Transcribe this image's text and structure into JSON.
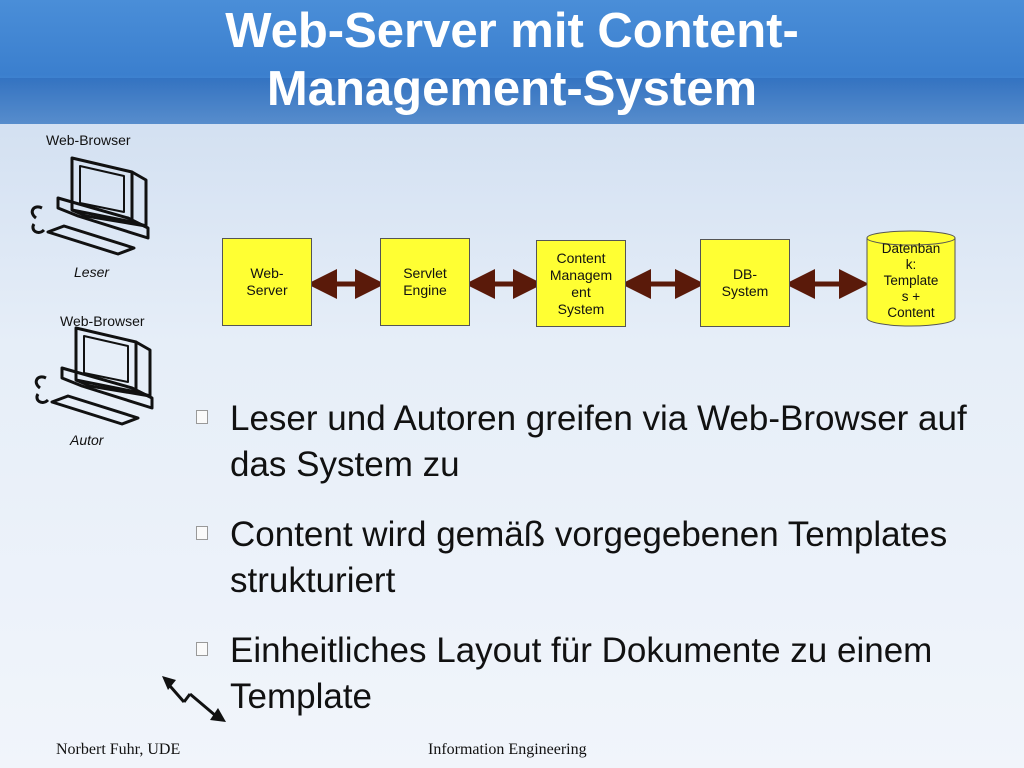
{
  "slide": {
    "title_line1": "Web-Server mit Content-",
    "title_line2": "Management-System"
  },
  "clients": [
    {
      "label_top": "Web-Browser",
      "label_bottom": "Leser",
      "icon": "computer-icon"
    },
    {
      "label_top": "Web-Browser",
      "label_bottom": "Autor",
      "icon": "computer-icon"
    }
  ],
  "flow": {
    "boxes": [
      {
        "text": "Web-\nServer"
      },
      {
        "text": "Servlet\nEngine"
      },
      {
        "text": "Content\nManagem\nent\nSystem"
      },
      {
        "text": "DB-\nSystem"
      }
    ],
    "database": {
      "text": "Datenban\nk:\nTemplate\ns +\nContent",
      "icon": "database-cylinder-icon"
    },
    "box_color": "#ffff33",
    "arrow_color": "#5a1a0a"
  },
  "bullets": [
    "Leser und Autoren greifen via Web-Browser auf das System zu",
    "Content wird gemäß vorgegebenen Templates strukturiert",
    "Einheitliches Layout für Dokumente zu einem Template"
  ],
  "footer": {
    "left": "Norbert Fuhr, UDE",
    "center": "Information Engineering"
  },
  "colors": {
    "title_bar": "#3b7fce",
    "title_text": "#ffffff"
  }
}
